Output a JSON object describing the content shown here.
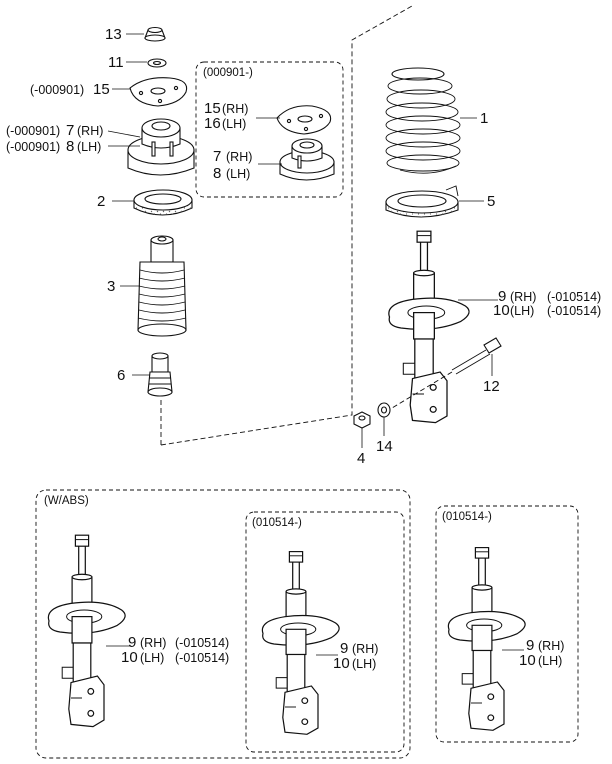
{
  "callouts": {
    "c13": "13",
    "c11": "11",
    "c15_prefix": "(-000901)",
    "c15": "15",
    "c7_prefix": "(-000901)",
    "c7": "7",
    "c7_side": "(RH)",
    "c8_prefix": "(-000901)",
    "c8": "8",
    "c8_side": "(LH)",
    "c2": "2",
    "c3": "3",
    "c6": "6",
    "c1": "1",
    "c5": "5",
    "c9": "9",
    "c9_side": "(RH)",
    "c9_date": "(-010514)",
    "c10": "10",
    "c10_side": "(LH)",
    "c10_date": "(-010514)",
    "c12": "12",
    "c4": "4",
    "c14": "14"
  },
  "box_000901": {
    "header": "(000901-)",
    "c15": "15",
    "c15_side": "(RH)",
    "c16": "16",
    "c16_side": "(LH)",
    "c7": "7",
    "c7_side": "(RH)",
    "c8": "8",
    "c8_side": "(LH)"
  },
  "box_wabs": {
    "header": "(W/ABS)",
    "c9": "9",
    "c9_side": "(RH)",
    "c9_date": "(-010514)",
    "c10": "10",
    "c10_side": "(LH)",
    "c10_date": "(-010514)"
  },
  "box_010514_a": {
    "header": "(010514-)",
    "c9": "9",
    "c9_side": "(RH)",
    "c10": "10",
    "c10_side": "(LH)"
  },
  "box_010514_b": {
    "header": "(010514-)",
    "c9": "9",
    "c9_side": "(RH)",
    "c10": "10",
    "c10_side": "(LH)"
  }
}
